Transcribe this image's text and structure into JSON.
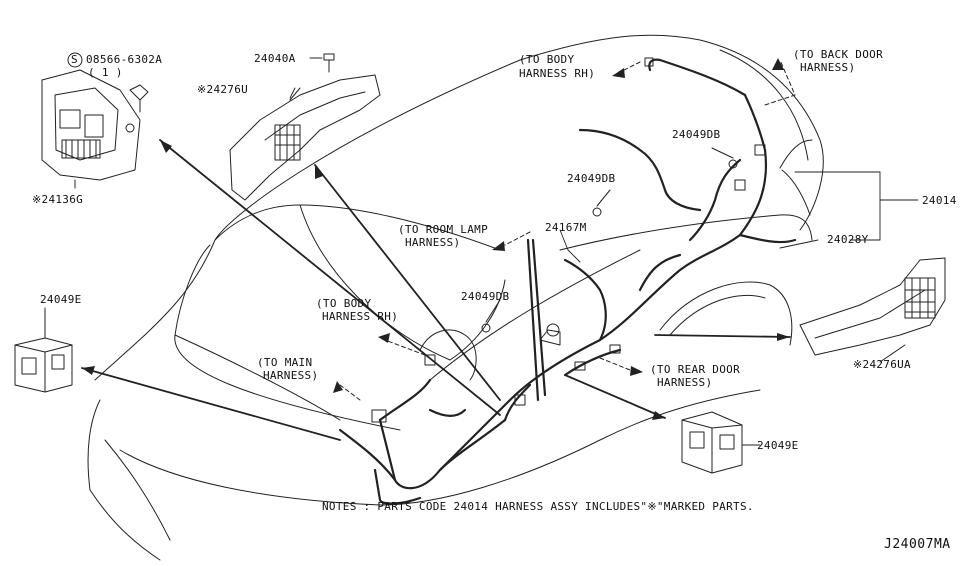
{
  "labels": {
    "screw_prefix": "S",
    "screw_part": "08566-6302A",
    "screw_qty": "( 1 )",
    "p24040A": "24040A",
    "p24276U": "※24276U",
    "p24136G": "※24136G",
    "p24049E_left": "24049E",
    "to_body_rh_top_1": "(TO BODY",
    "to_body_rh_top_2": "HARNESS RH)",
    "to_back_door_1": "(TO BACK DOOR",
    "to_back_door_2": "HARNESS)",
    "p24049DB_a": "24049DB",
    "p24049DB_b": "24049DB",
    "p24014": "24014",
    "p24028Y": "24028Y",
    "to_room_lamp_1": "(TO ROOM LAMP",
    "to_room_lamp_2": "HARNESS)",
    "p24167M": "24167M",
    "p24049DB_c": "24049DB",
    "to_body_rh_mid_1": "(TO BODY",
    "to_body_rh_mid_2": "HARNESS RH)",
    "to_main_1": "(TO MAIN",
    "to_main_2": "HARNESS)",
    "to_rear_door_1": "(TO REAR DOOR",
    "to_rear_door_2": "HARNESS)",
    "p24276UA": "※24276UA",
    "p24049E_right": "24049E",
    "notes": "NOTES : PARTS CODE 24014 HARNESS ASSY INCLUDES\"※\"MARKED PARTS.",
    "diagram_code": "J24007MA"
  }
}
